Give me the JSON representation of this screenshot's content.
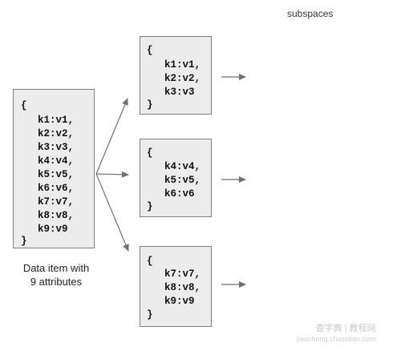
{
  "title": "subspaces",
  "source": {
    "open": "{",
    "lines": [
      "k1:v1,",
      "k2:v2,",
      "k3:v3,",
      "k4:v4,",
      "k5:v5,",
      "k6:v6,",
      "k7:v7,",
      "k8:v8,",
      "k9:v9"
    ],
    "close": "}",
    "caption_line1": "Data item with",
    "caption_line2": "9 attributes"
  },
  "partitions": [
    {
      "open": "{",
      "lines": [
        "k1:v1,",
        "k2:v2,",
        "k3:v3"
      ],
      "close": "}"
    },
    {
      "open": "{",
      "lines": [
        "k4:v4,",
        "k5:v5,",
        "k6:v6"
      ],
      "close": "}"
    },
    {
      "open": "{",
      "lines": [
        "k7:v7,",
        "k8:v8,",
        "k9:v9"
      ],
      "close": "}"
    }
  ],
  "watermark": {
    "line1": "查字典 | 教程网",
    "line2": "jiaocheng.chazidian.com"
  },
  "colors": {
    "box_fill": "#ececec",
    "box_border": "#7f7f7f",
    "arrow": "#6f6f6f",
    "axis": "#111111",
    "cube": "#444444"
  }
}
